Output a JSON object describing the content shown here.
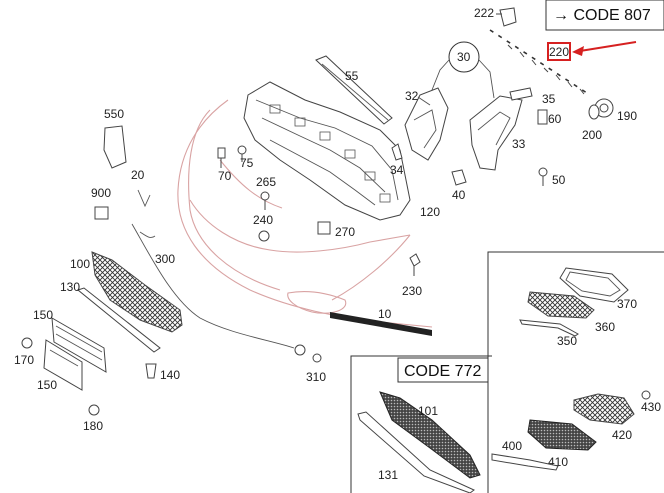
{
  "codes": {
    "code_807": "→ CODE 807",
    "code_772": "CODE 772"
  },
  "highlight": {
    "label": "220",
    "color": "#d62020"
  },
  "labels": {
    "l222": "222",
    "l30": "30",
    "l55": "55",
    "l32": "32",
    "l35": "35",
    "l60": "60",
    "l190": "190",
    "l200": "200",
    "l33": "33",
    "l550": "550",
    "l20": "20",
    "l75": "75",
    "l70": "70",
    "l34": "34",
    "l40": "40",
    "l50": "50",
    "l265": "265",
    "l900": "900",
    "l240": "240",
    "l270": "270",
    "l120": "120",
    "l100": "100",
    "l300": "300",
    "l230": "230",
    "l130": "130",
    "l150a": "150",
    "l170": "170",
    "l150b": "150",
    "l140": "140",
    "l10": "10",
    "l310": "310",
    "l180": "180",
    "l370": "370",
    "l360": "360",
    "l350": "350",
    "l101": "101",
    "l131": "131",
    "l430": "430",
    "l420": "420",
    "l400": "400",
    "l410": "410"
  }
}
